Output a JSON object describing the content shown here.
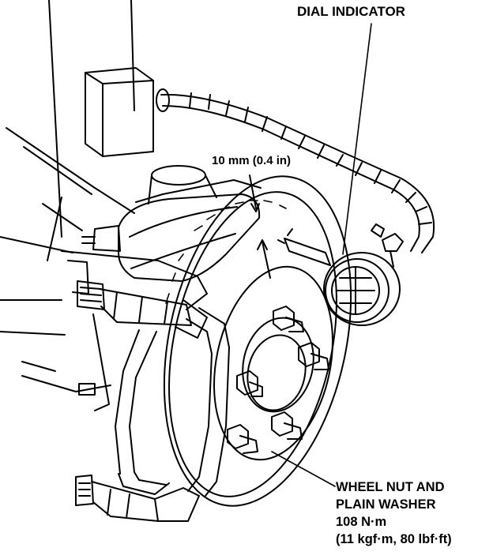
{
  "labels": {
    "dial_indicator": "DIAL INDICATOR",
    "measure_point": "10 mm (0.4 in)",
    "wheel_nut_line1": "WHEEL NUT AND",
    "wheel_nut_line2": "PLAIN WASHER",
    "torque_nm": "108 N·m",
    "torque_alt": "(11 kgf·m, 80 lbf·ft)"
  },
  "colors": {
    "ink": "#000000",
    "paper": "#ffffff"
  }
}
